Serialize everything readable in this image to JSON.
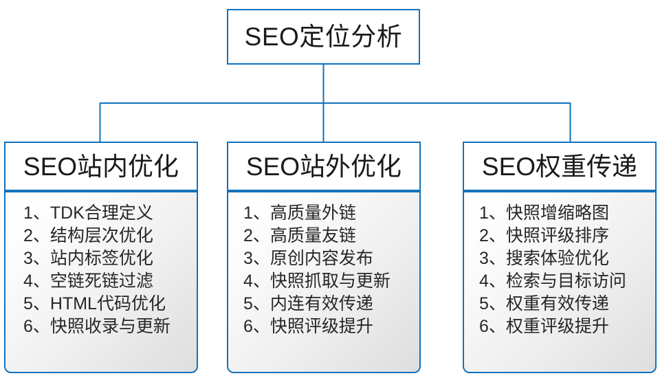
{
  "diagram": {
    "type": "org-chart",
    "root": {
      "title": "SEO定位分析"
    },
    "colors": {
      "border": "#1072bc",
      "connector": "#1072bc",
      "text": "#1a1a1a",
      "body_background_light": "#ffffff",
      "body_background_dark": "#dedede"
    },
    "branches": [
      {
        "header": "SEO站内优化",
        "items": [
          "1、TDK合理定义",
          "2、结构层次优化",
          "3、站内标签优化",
          "4、空链死链过滤",
          "5、HTML代码优化",
          "6、快照收录与更新"
        ]
      },
      {
        "header": "SEO站外优化",
        "items": [
          "1、高质量外链",
          "2、高质量友链",
          "3、原创内容发布",
          "4、快照抓取与更新",
          "5、内连有效传递",
          "6、快照评级提升"
        ]
      },
      {
        "header": "SEO权重传递",
        "items": [
          "1、快照增缩略图",
          "2、快照评级排序",
          "3、搜索体验优化",
          "4、检索与目标访问",
          "5、权重有效传递",
          "6、权重评级提升"
        ]
      }
    ]
  }
}
